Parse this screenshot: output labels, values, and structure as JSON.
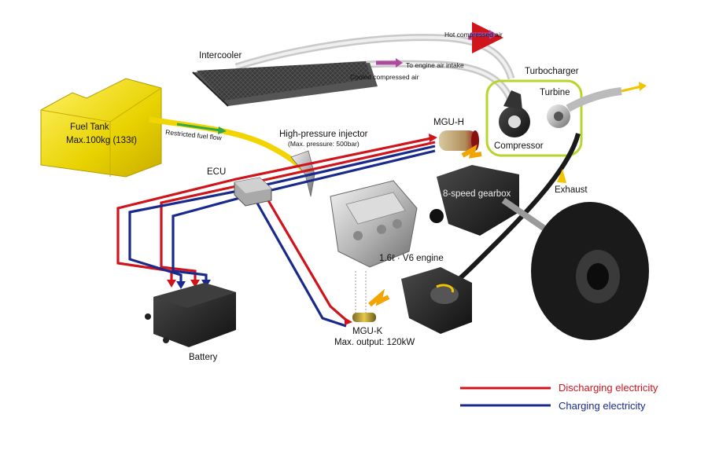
{
  "labels": {
    "intercooler": "Intercooler",
    "hot_air": "Hot compressed air",
    "to_intake": "To engine air intake",
    "cooled_air": "Cooled compressed air",
    "turbocharger": "Turbocharger",
    "turbine": "Turbine",
    "compressor": "Compressor",
    "fuel_tank_line1": "Fuel Tank",
    "fuel_tank_line2": "Max.100kg (133ℓ)",
    "restricted_fuel": "Restricted fuel flow",
    "hp_injector": "High-pressure injector",
    "hp_injector_sub": "(Max. pressure: 500bar)",
    "mguh": "MGU-H",
    "ecu": "ECU",
    "gearbox": "8-speed gearbox",
    "exhaust": "Exhaust",
    "engine": "1.6ℓ · V6 engine",
    "mguk_line1": "MGU-K",
    "mguk_line2": "Max. output: 120kW",
    "battery": "Battery"
  },
  "legend": {
    "discharging": "Discharging electricity",
    "charging": "Charging electricity"
  },
  "colors": {
    "discharging": "#d0141c",
    "charging": "#1a2a8c",
    "compressor_ring": "#b7d62c",
    "fuel_line": "#f2d400",
    "air_arrow": "#b04aa0"
  }
}
